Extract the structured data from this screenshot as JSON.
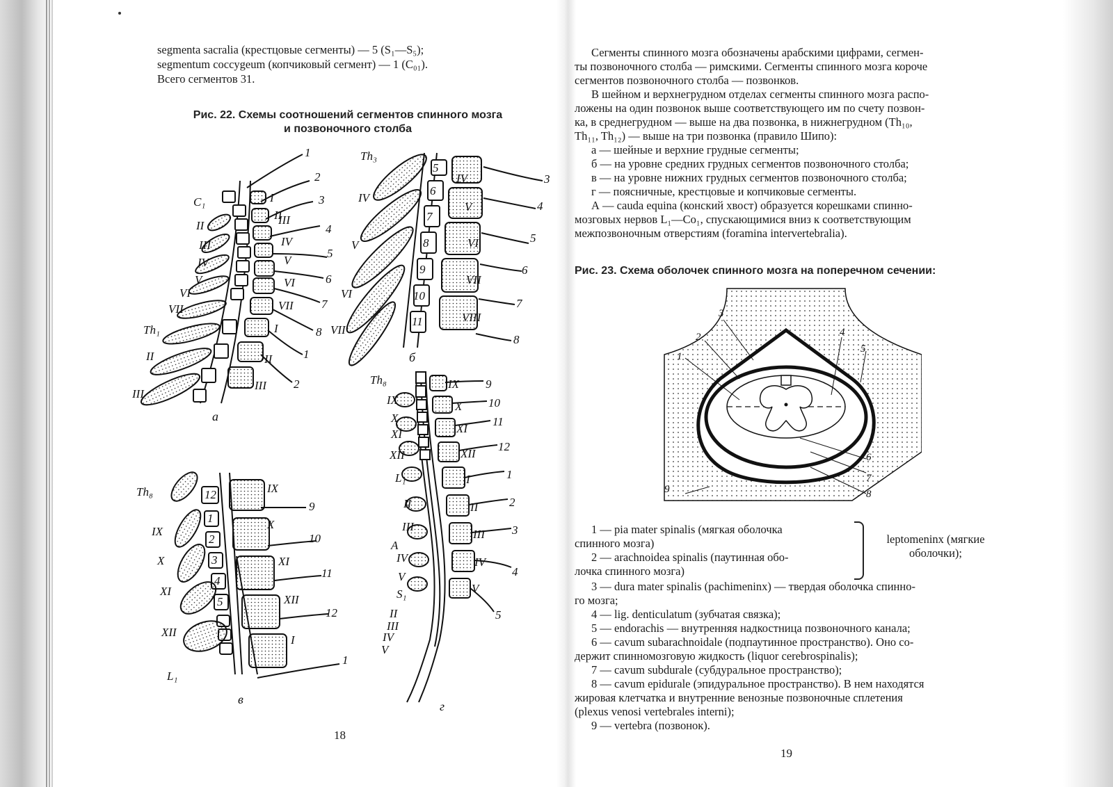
{
  "left_page": {
    "lines": [
      "segmenta sacralia (крестцовые сегменты) — 5 (S₁—S₅);",
      "segmentum coccygeum (копчиковый сегмент) — 1 (C₀₁).",
      "Всего сегментов 31."
    ],
    "caption_line1": "Рис. 22. Схемы соотношений сегментов спинного мозга",
    "caption_line2": "и позвоночного столба",
    "panel_a": "а",
    "panel_b": "б",
    "panel_v": "в",
    "panel_g": "г",
    "page_number": "18"
  },
  "right_page": {
    "paragraphs": [
      "Сегменты спинного мозга обозначены арабскими цифрами, сегмен-",
      "ты позвоночного столба — римскими. Сегменты спинного мозга короче",
      "сегментов позвоночного столба — позвонков.",
      "В шейном и верхнегрудном отделах сегменты спинного мозга распо-",
      "ложены на один позвонок выше соответствующего им по счету позвон-",
      "ка, в среднегрудном — выше на два позвонка, в нижнегрудном (Th₁₀,",
      "Th₁₁, Th₁₂) — выше на три позвонка (правило Шипо):",
      "а — шейные и верхние грудные сегменты;",
      "б — на уровне средних грудных сегментов позвоночного столба;",
      "в — на уровне нижних грудных сегментов позвоночного столба;",
      "г — поясничные, крестцовые и копчиковые сегменты.",
      "А — cauda equina (конский хвост) образуется корешками спинно-",
      "мозговых нервов L₁—Co₁, спускающимися вниз к соответствующим",
      "межпозвоночным отверстиям (foramina intervertebralia)."
    ],
    "caption": "Рис. 23. Схема оболочек спинного мозга на поперечном сечении:",
    "legend": [
      "1 — pia mater spinalis (мягкая оболочка",
      "спинного мозга)",
      "2 — arachnoidea spinalis (паутинная обо-",
      "лочка спинного мозга)",
      "3 — dura mater spinalis (pachimeninx) — твердая оболочка спинно-",
      "го мозга;",
      "4 — lig. denticulatum (зубчатая связка);",
      "5 — endorachis — внутренняя надкостница позвоночного канала;",
      "6 — cavum subarachnoidale (подпаутинное пространство). Оно со-",
      "держит спинномозговую жидкость (liquor cerebrospinalis);",
      "7 — cavum subdurale (субдуральное пространство);",
      "8 — cavum epidurale (эпидуральное пространство). В нем находятся",
      "жировая клетчатка и внутренние венозные позвоночные сплетения",
      "(plexus venosi vertebrales interni);",
      "9 — vertebra (позвонок)."
    ],
    "brace_label_1": "leptomeninx (мягкие",
    "brace_label_2": "оболочки);",
    "page_number": "19"
  }
}
